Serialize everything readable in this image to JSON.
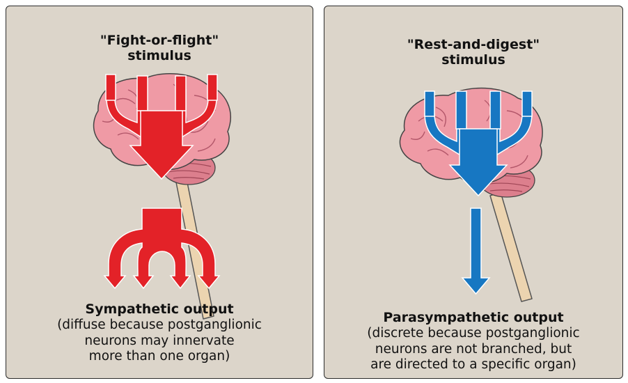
{
  "colors": {
    "sympathetic": "#e32228",
    "parasympathetic": "#1777c2",
    "panel": "#dcd5ca",
    "brain": "#ef9aa5",
    "spinal_cord": "#ecd4b0"
  },
  "left": {
    "stimulus_line1": "\"Fight-or-flight\"",
    "stimulus_line2": "stimulus",
    "output_title": "Sympathetic output",
    "desc_line1": "(diffuse because postganglionic",
    "desc_line2": "neurons may innervate",
    "desc_line3": "more than one organ)"
  },
  "right": {
    "stimulus_line1": "\"Rest-and-digest\"",
    "stimulus_line2": "stimulus",
    "output_title": "Parasympathetic output",
    "desc_line1": "(discrete because postganglionic",
    "desc_line2": "neurons are not branched, but",
    "desc_line3": "are directed to a specific organ)"
  }
}
